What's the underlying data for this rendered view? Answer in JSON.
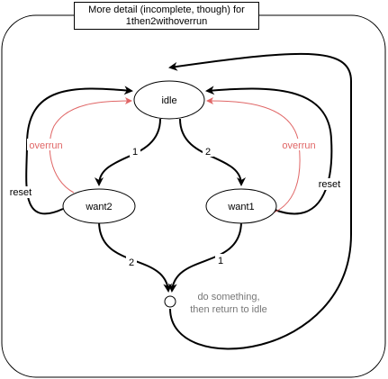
{
  "title": {
    "line1": "More detail (incomplete, though) for",
    "line2": "1then2withoverrun"
  },
  "states": {
    "idle": "idle",
    "want2": "want2",
    "want1": "want1"
  },
  "edges": {
    "idle_to_want2": "1",
    "idle_to_want1": "2",
    "want2_to_merge": "2",
    "want1_to_merge": "1",
    "overrun_left": "overrun",
    "overrun_right": "overrun",
    "reset_left": "reset",
    "reset_right": "reset"
  },
  "merge_note": {
    "line1": "do something,",
    "line2": "then return to idle"
  },
  "colors": {
    "line": "#000000",
    "overrun": "#e06666",
    "note": "#777777"
  }
}
